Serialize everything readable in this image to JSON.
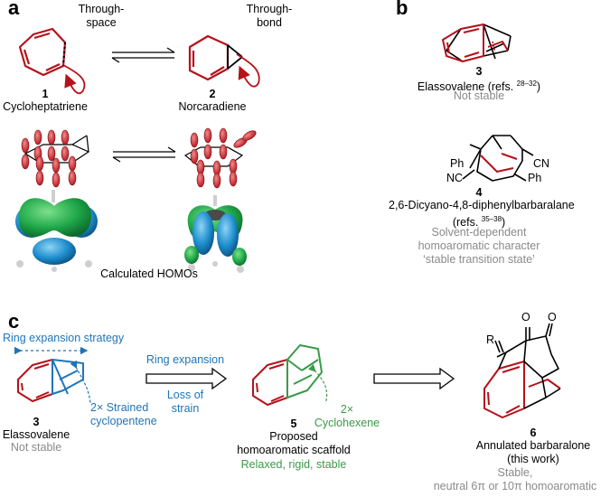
{
  "colors": {
    "red": "#b5121b",
    "blue": "#1f74b8",
    "green": "#3a9a48",
    "gray": "#8a8a8a",
    "black": "#000000",
    "orb_green": "#1fa84a",
    "orb_blue": "#1b8ccc"
  },
  "panel_a": {
    "letter": "a",
    "through_space": [
      "Through-",
      "space"
    ],
    "through_bond": [
      "Through-",
      "bond"
    ],
    "mol1_number": "1",
    "mol1_name": "Cycloheptatriene",
    "mol2_number": "2",
    "mol2_name": "Norcaradiene",
    "homos_label": "Calculated HOMOs"
  },
  "panel_b": {
    "letter": "b",
    "mol3_number": "3",
    "mol3_name": "Elassovalene (refs. ",
    "mol3_refs": "28–32",
    "mol3_close": ")",
    "mol3_status": "Not stable",
    "mol4_number": "4",
    "mol4_name": "2,6-Dicyano-4,8-diphenylbarbaralane",
    "mol4_refs_open": "(refs. ",
    "mol4_refs": "35–38",
    "mol4_refs_close": ")",
    "mol4_desc": [
      "Solvent-dependent",
      "homoaromatic character",
      "‘stable transition state’"
    ],
    "substituents": {
      "ph_left": "Ph",
      "cn_right": "CN",
      "nc_left": "NC",
      "ph_right": "Ph"
    }
  },
  "panel_c": {
    "letter": "c",
    "strategy": "Ring expansion strategy",
    "strained": [
      "2× Strained",
      "cyclopentene"
    ],
    "arrow1_top": "Ring expansion",
    "arrow1_bottom": [
      "Loss of",
      "strain"
    ],
    "cyclohexene": [
      "2×",
      "Cyclohexene"
    ],
    "mol3_number": "3",
    "mol3_name": "Elassovalene",
    "mol3_status": "Not stable",
    "mol5_number": "5",
    "mol5_name": [
      "Proposed",
      "homoaromatic scaffold"
    ],
    "mol5_props": "Relaxed, rigid, stable",
    "mol6_number": "6",
    "mol6_name": [
      "Annulated barbaralone",
      "(this work)"
    ],
    "mol6_props": [
      "Stable,",
      "neutral 6π or 10π homoaromatic"
    ],
    "atoms": {
      "o1": "O",
      "o2": "O",
      "r": "R"
    }
  }
}
